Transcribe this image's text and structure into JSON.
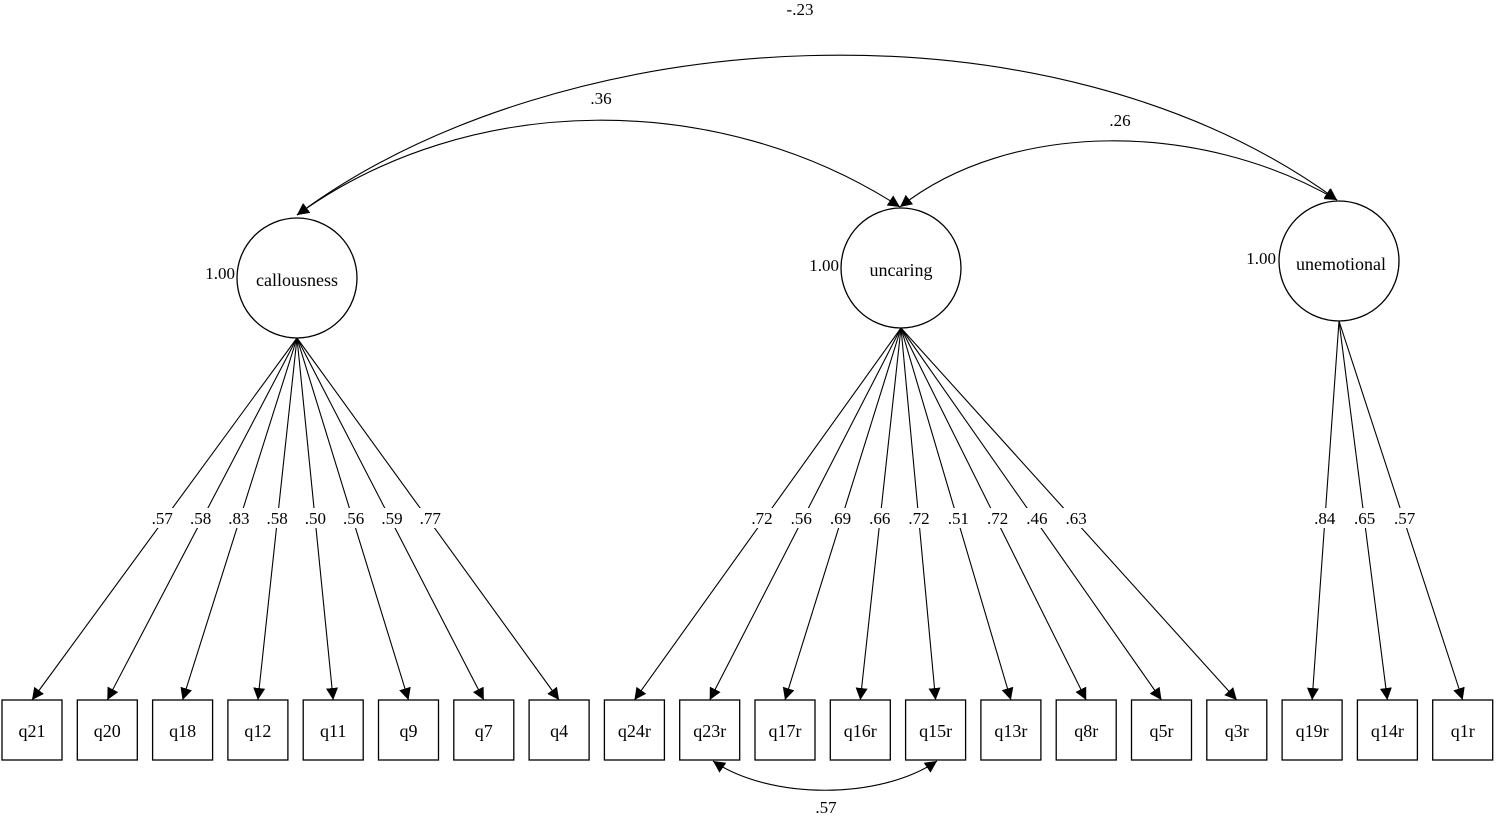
{
  "factors": [
    {
      "name": "callousness",
      "variance": "1.00"
    },
    {
      "name": "uncaring",
      "variance": "1.00"
    },
    {
      "name": "unemotional",
      "variance": "1.00"
    }
  ],
  "indicators": {
    "callousness": [
      {
        "name": "q21",
        "loading": ".57"
      },
      {
        "name": "q20",
        "loading": ".58"
      },
      {
        "name": "q18",
        "loading": ".83"
      },
      {
        "name": "q12",
        "loading": ".58"
      },
      {
        "name": "q11",
        "loading": ".50"
      },
      {
        "name": "q9",
        "loading": ".56"
      },
      {
        "name": "q7",
        "loading": ".59"
      },
      {
        "name": "q4",
        "loading": ".77"
      }
    ],
    "uncaring": [
      {
        "name": "q24r",
        "loading": ".72"
      },
      {
        "name": "q23r",
        "loading": ".56"
      },
      {
        "name": "q17r",
        "loading": ".69"
      },
      {
        "name": "q16r",
        "loading": ".66"
      },
      {
        "name": "q15r",
        "loading": ".72"
      },
      {
        "name": "q13r",
        "loading": ".51"
      },
      {
        "name": "q8r",
        "loading": ".72"
      },
      {
        "name": "q5r",
        "loading": ".46"
      },
      {
        "name": "q3r",
        "loading": ".63"
      }
    ],
    "unemotional": [
      {
        "name": "q19r",
        "loading": ".84"
      },
      {
        "name": "q14r",
        "loading": ".65"
      },
      {
        "name": "q1r",
        "loading": ".57"
      }
    ]
  },
  "correlations": {
    "callousness_unemotional": "-.23",
    "callousness_uncaring": ".36",
    "uncaring_unemotional": ".26",
    "q23r_q15r": ".57"
  }
}
